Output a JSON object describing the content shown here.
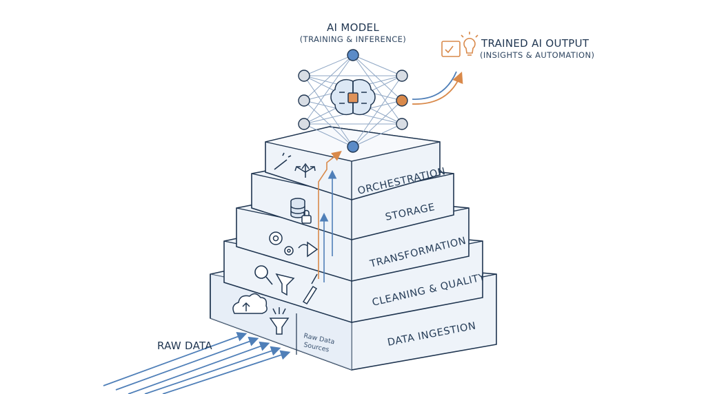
{
  "model": {
    "title": "AI MODEL",
    "subtitle": "(TRAINING & INFERENCE)"
  },
  "output": {
    "title": "TRAINED AI OUTPUT",
    "subtitle": "(INSIGHTS & AUTOMATION)"
  },
  "raw": {
    "label": "RAW DATA",
    "sources_line1": "Raw Data",
    "sources_line2": "Sources"
  },
  "layers": [
    {
      "label": "ORCHESTRATION"
    },
    {
      "label": "STORAGE"
    },
    {
      "label": "TRANSFORMATION"
    },
    {
      "label": "CLEANING & QUALITY"
    },
    {
      "label": "DATA INGESTION"
    }
  ],
  "colors": {
    "ink": "#1f3550",
    "blue": "#4f7fb8",
    "orange": "#d9894a",
    "face": "#eef3f9",
    "top": "#f7f9fc"
  }
}
